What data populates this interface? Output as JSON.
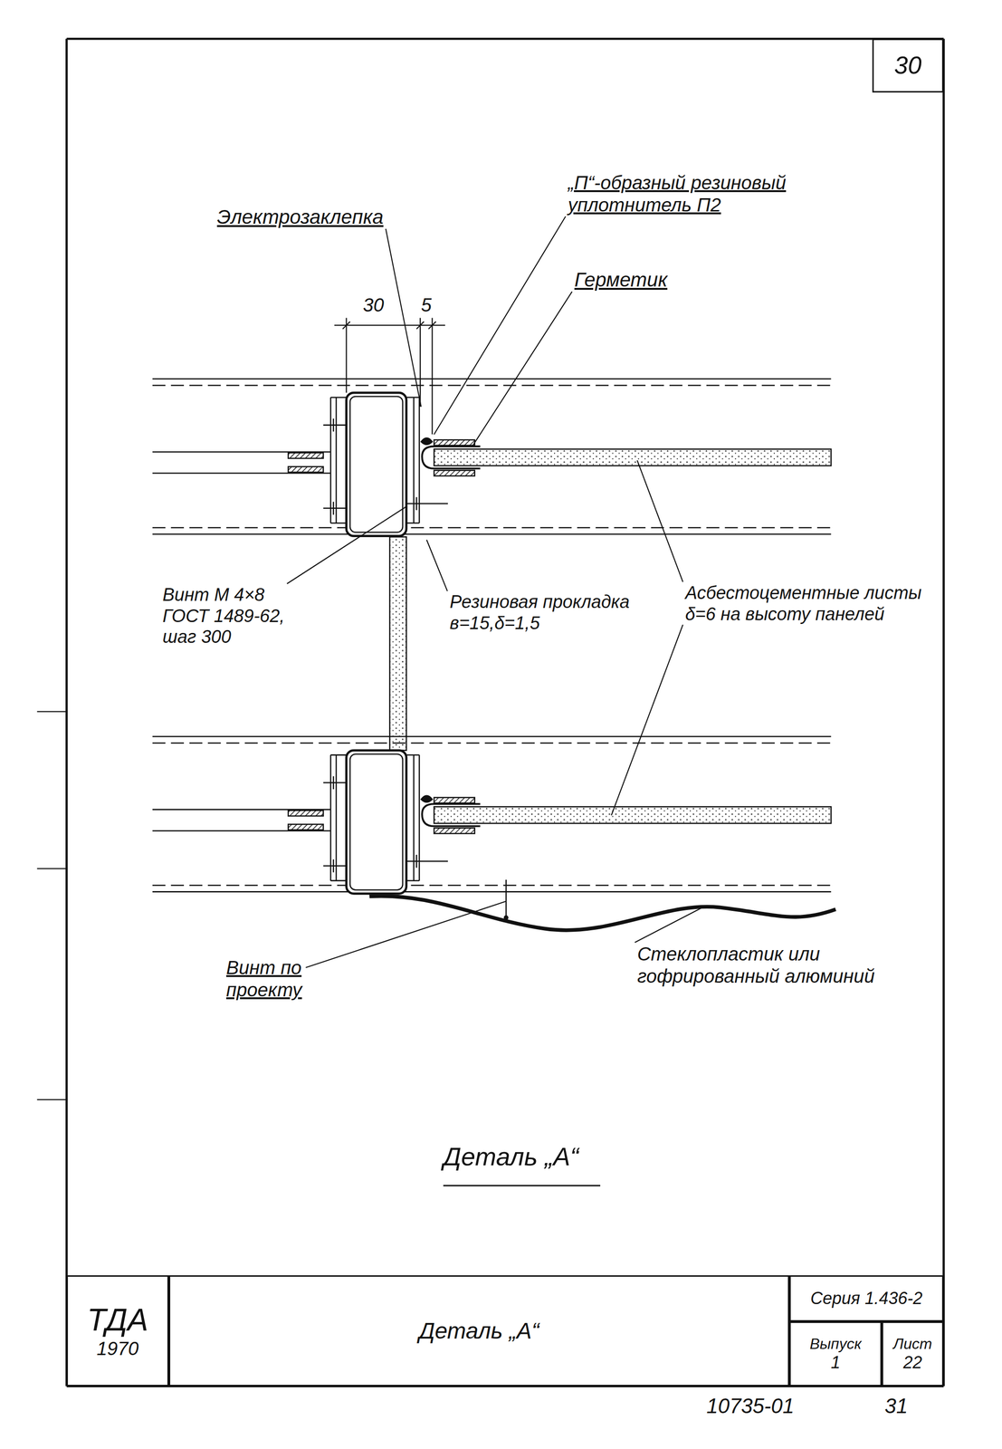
{
  "diagram": {
    "title": "Деталь „А“",
    "nodes": [
      {
        "text": [
          "30"
        ]
      },
      {
        "text": [
          "ТДА",
          "1970"
        ]
      },
      {
        "text": [
          "Деталь „А“"
        ]
      },
      {
        "text": [
          "Серия 1.436-2"
        ]
      },
      {
        "text": [
          "Выпуск",
          "1"
        ]
      },
      {
        "text": [
          "Лист",
          "22"
        ]
      }
    ],
    "labels": [
      "Электрозаклепка",
      "„П“-образный резиновый уплотнитель П2",
      "Герметик",
      "30",
      "5",
      "Винт М 4×8 ГОСТ 1489-62, шаг 300",
      "Резиновая прокладка в=15,δ=1,5",
      "Асбестоцементные листы δ=6 на высоту панелей",
      "Винт по проекту",
      "Стеклопластик или гофрированный алюминий",
      "10735-01",
      "31"
    ]
  }
}
